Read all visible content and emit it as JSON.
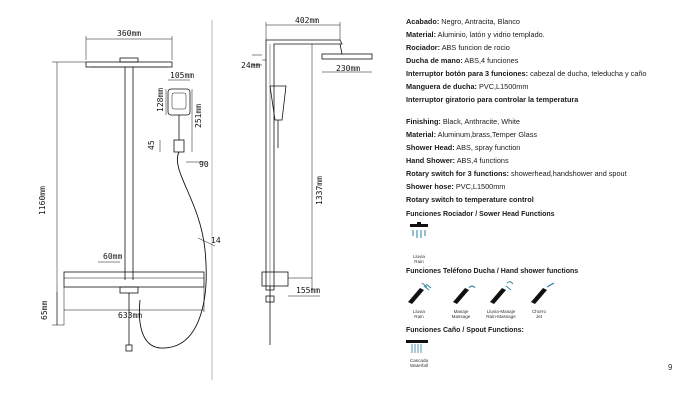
{
  "dimensions": {
    "head_width": "360mm",
    "total_height": "1160mm",
    "handset_width": "105mm",
    "handset_height": "128mm",
    "handset_offset": "251mm",
    "holder_offset": "45",
    "hose_angle": "90",
    "hose_tilt": "14",
    "shelf_offset": "60mm",
    "bottom_height": "65mm",
    "shelf_width": "633mm",
    "arm_reach": "402mm",
    "arm_drop": "24mm",
    "head_depth": "230mm",
    "side_height": "1337mm",
    "side_shelf": "155mm"
  },
  "specs_es": [
    {
      "label": "Acabado:",
      "value": "Negro, Antracita, Blanco"
    },
    {
      "label": "Material:",
      "value": "Aluminio, latón y vidrio templado."
    },
    {
      "label": "Rociador:",
      "value": "ABS funcion de rocio"
    },
    {
      "label": "Ducha de mano:",
      "value": "ABS,4 funciones"
    },
    {
      "label": "Interruptor botón para 3 funciones:",
      "value": "cabezal de ducha, teleducha y caño"
    },
    {
      "label": "Manguera de ducha:",
      "value": "PVC,L1500mm"
    },
    {
      "label": "Interruptor giratorio para controlar la temperatura",
      "value": ""
    }
  ],
  "specs_en": [
    {
      "label": "Finishing:",
      "value": "Black, Anthracite, White"
    },
    {
      "label": "Material:",
      "value": "Aluminum,brass,Temper Glass"
    },
    {
      "label": "Shower Head:",
      "value": "ABS, spray function"
    },
    {
      "label": "Hand Shower:",
      "value": "ABS,4 functions"
    },
    {
      "label": "Rotary switch for 3 functions:",
      "value": "showerhead,handshower and spout"
    },
    {
      "label": "Shower hose:",
      "value": "PVC,L1500mm"
    },
    {
      "label": "Rotary switch to temperature control",
      "value": ""
    }
  ],
  "functions": {
    "head_title": "Funciones Rociador / Sower Head Functions",
    "head_items": [
      {
        "label_es": "Lluvia",
        "label_en": "Rain"
      }
    ],
    "hand_title": "Funciones Teléfono Ducha / Hand shower functions",
    "hand_items": [
      {
        "label_es": "Lluvia",
        "label_en": "Rain"
      },
      {
        "label_es": "Masaje",
        "label_en": "Massage"
      },
      {
        "label_es": "Lluvia-Masaje",
        "label_en": "Rain-Massage"
      },
      {
        "label_es": "Chorro",
        "label_en": "Jet"
      }
    ],
    "spout_title": "Funciones Caño / Spout Functions:",
    "spout_items": [
      {
        "label_es": "Cascada",
        "label_en": "Waterfall"
      }
    ]
  },
  "page_number": "9",
  "colors": {
    "line": "#111111",
    "accent": "#2a7fa0"
  }
}
